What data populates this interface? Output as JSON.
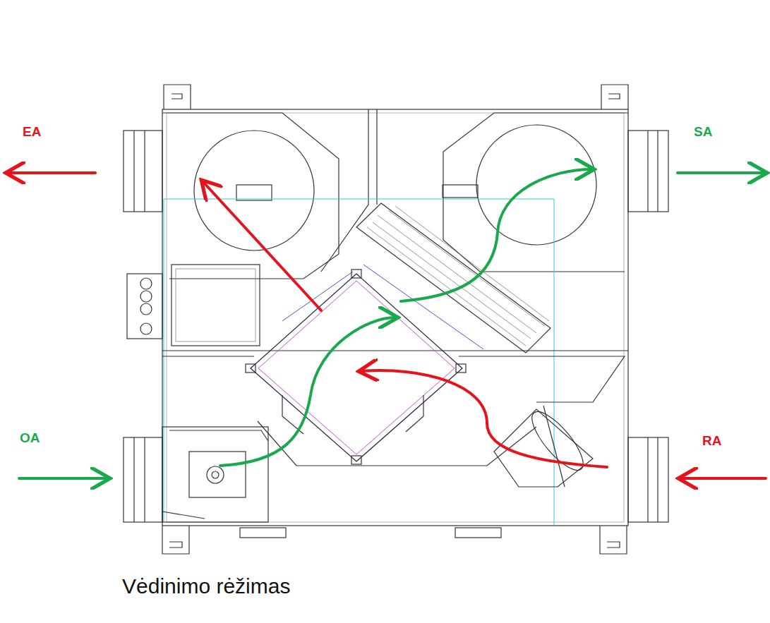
{
  "diagram": {
    "caption": "Vėdinimo rėžimas",
    "labels": [
      "EA",
      "SA",
      "OA",
      "RA"
    ]
  }
}
